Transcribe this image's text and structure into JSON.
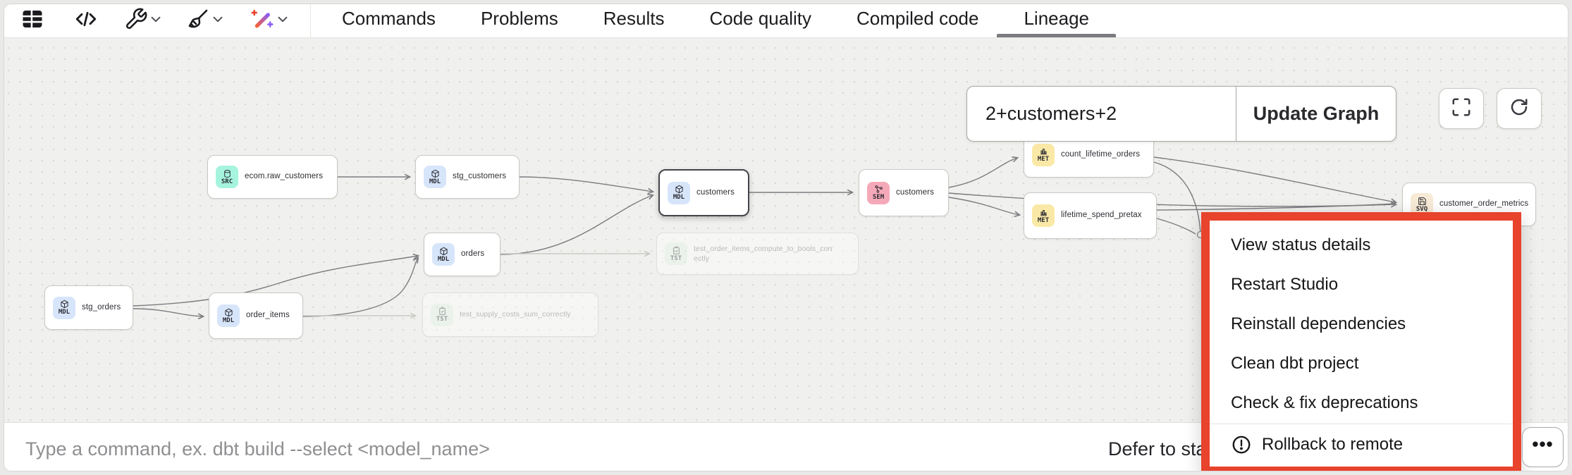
{
  "tabs": {
    "items": [
      "Commands",
      "Problems",
      "Results",
      "Code quality",
      "Compiled code",
      "Lineage"
    ],
    "active": "Lineage"
  },
  "toolbar": {
    "icons": [
      "table-icon",
      "code-icon",
      "wrench-icon",
      "broom-icon",
      "magic-wand-icon"
    ]
  },
  "graph_controls": {
    "selector_value": "2+customers+2",
    "update_button": "Update Graph"
  },
  "graph": {
    "nodes": [
      {
        "label": "ecom.raw_customers",
        "badge": "SRC",
        "type": "source"
      },
      {
        "label": "stg_customers",
        "badge": "MDL",
        "type": "model"
      },
      {
        "label": "customers",
        "badge": "MDL",
        "type": "model",
        "selected": true
      },
      {
        "label": "customers",
        "badge": "SEM",
        "type": "semantic"
      },
      {
        "label": "count_lifetime_orders",
        "badge": "MET",
        "type": "metric"
      },
      {
        "label": "lifetime_spend_pretax",
        "badge": "MET",
        "type": "metric"
      },
      {
        "label": "customer_order_metrics",
        "badge": "SVQ",
        "type": "saved-query"
      },
      {
        "label": "test_order_items_compute_to_bools_correctly",
        "badge": "TST",
        "type": "test",
        "faded": true
      },
      {
        "label": "orders",
        "badge": "MDL",
        "type": "model"
      },
      {
        "label": "test_supply_costs_sum_correctly",
        "badge": "TST",
        "type": "test",
        "faded": true
      },
      {
        "label": "stg_orders",
        "badge": "MDL",
        "type": "model"
      },
      {
        "label": "order_items",
        "badge": "MDL",
        "type": "model"
      }
    ]
  },
  "context_menu": {
    "items": [
      "View status details",
      "Restart Studio",
      "Reinstall dependencies",
      "Clean dbt project",
      "Check & fix deprecations"
    ],
    "rollback_label": "Rollback to remote",
    "rollback_icon": "warning-circle-icon"
  },
  "command_bar": {
    "placeholder": "Type a command, ex. dbt build --select <model_name>",
    "defer_label": "Defer to sta",
    "toggle_state": "off",
    "more_label": "•••"
  },
  "colors": {
    "highlight_red": "#e8432c",
    "canvas_bg": "#f0f0ee",
    "badge_source": "#a6f4de",
    "badge_model": "#d7e5fa",
    "badge_semantic": "#f5a9b8",
    "badge_metric": "#fae9a6",
    "badge_saved_query": "#f7ead6",
    "badge_test": "#e3f5e8",
    "wand_gradient": [
      "#f4623a",
      "#8b5cf6"
    ]
  }
}
